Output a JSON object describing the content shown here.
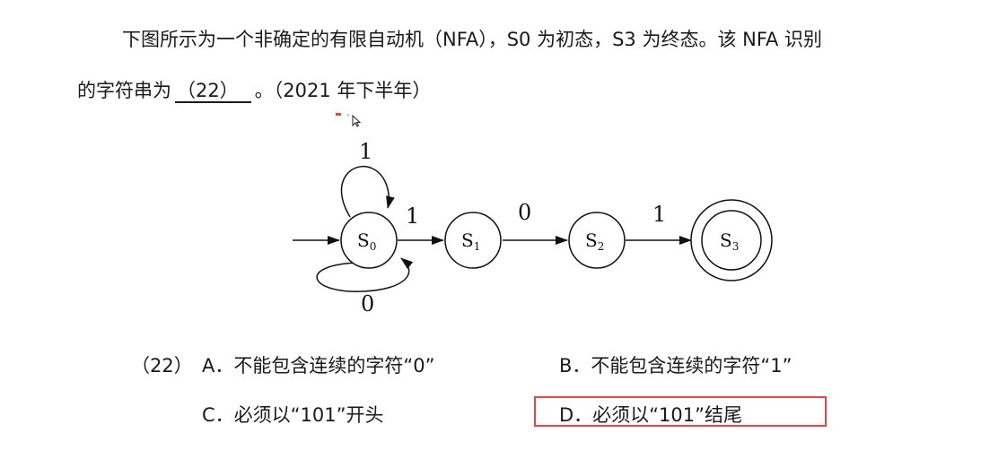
{
  "question": {
    "line1": "下图所示为一个非确定的有限自动机（NFA），S0 为初态，S3 为终态。该 NFA 识别",
    "line2_prefix": "的字符串为",
    "blank": "（22）",
    "line2_suffix": "。（2021 年下半年）"
  },
  "diagram": {
    "states": [
      {
        "name": "S",
        "sub": "0"
      },
      {
        "name": "S",
        "sub": "1"
      },
      {
        "name": "S",
        "sub": "2"
      },
      {
        "name": "S",
        "sub": "3"
      }
    ],
    "transitions": {
      "s0_self_top": "1",
      "s0_self_bottom": "0",
      "s0_to_s1": "1",
      "s1_to_s2": "0",
      "s2_to_s3": "1"
    }
  },
  "options": {
    "number": "（22）",
    "A": "A．不能包含连续的字符“0”",
    "B": "B．不能包含连续的字符“1”",
    "C": "C．必须以“101”开头",
    "D": "D．必须以“101”结尾"
  },
  "highlight": {
    "color": "#e04646",
    "selected_option": "D"
  }
}
